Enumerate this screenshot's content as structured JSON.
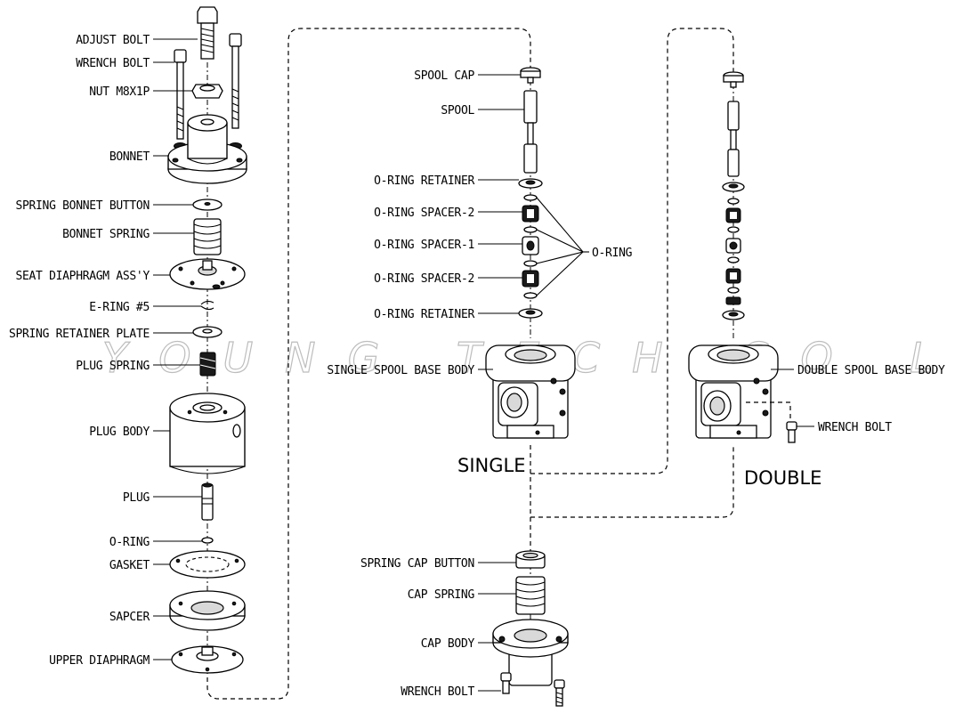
{
  "watermark": "YOUNG TECH CO LTD",
  "variants": {
    "single": "SINGLE",
    "double": "DOUBLE"
  },
  "left_labels": [
    "ADJUST BOLT",
    "WRENCH BOLT",
    "NUT M8X1P",
    "BONNET",
    "SPRING BONNET BUTTON",
    "BONNET SPRING",
    "SEAT DIAPHRAGM ASS'Y",
    "E-RING #5",
    "SPRING RETAINER PLATE",
    "PLUG SPRING",
    "PLUG BODY",
    "PLUG",
    "O-RING",
    "GASKET",
    "SAPCER",
    "UPPER DIAPHRAGM"
  ],
  "center_labels": [
    "SPOOL CAP",
    "SPOOL",
    "O-RING RETAINER",
    "O-RING SPACER-2",
    "O-RING SPACER-1",
    "O-RING SPACER-2",
    "O-RING RETAINER",
    "SINGLE SPOOL BASE BODY",
    "SPRING CAP BUTTON",
    "CAP SPRING",
    "CAP BODY",
    "WRENCH BOLT"
  ],
  "o_ring_label": "O-RING",
  "right_labels": [
    "DOUBLE SPOOL BASE BODY",
    "WRENCH BOLT"
  ]
}
